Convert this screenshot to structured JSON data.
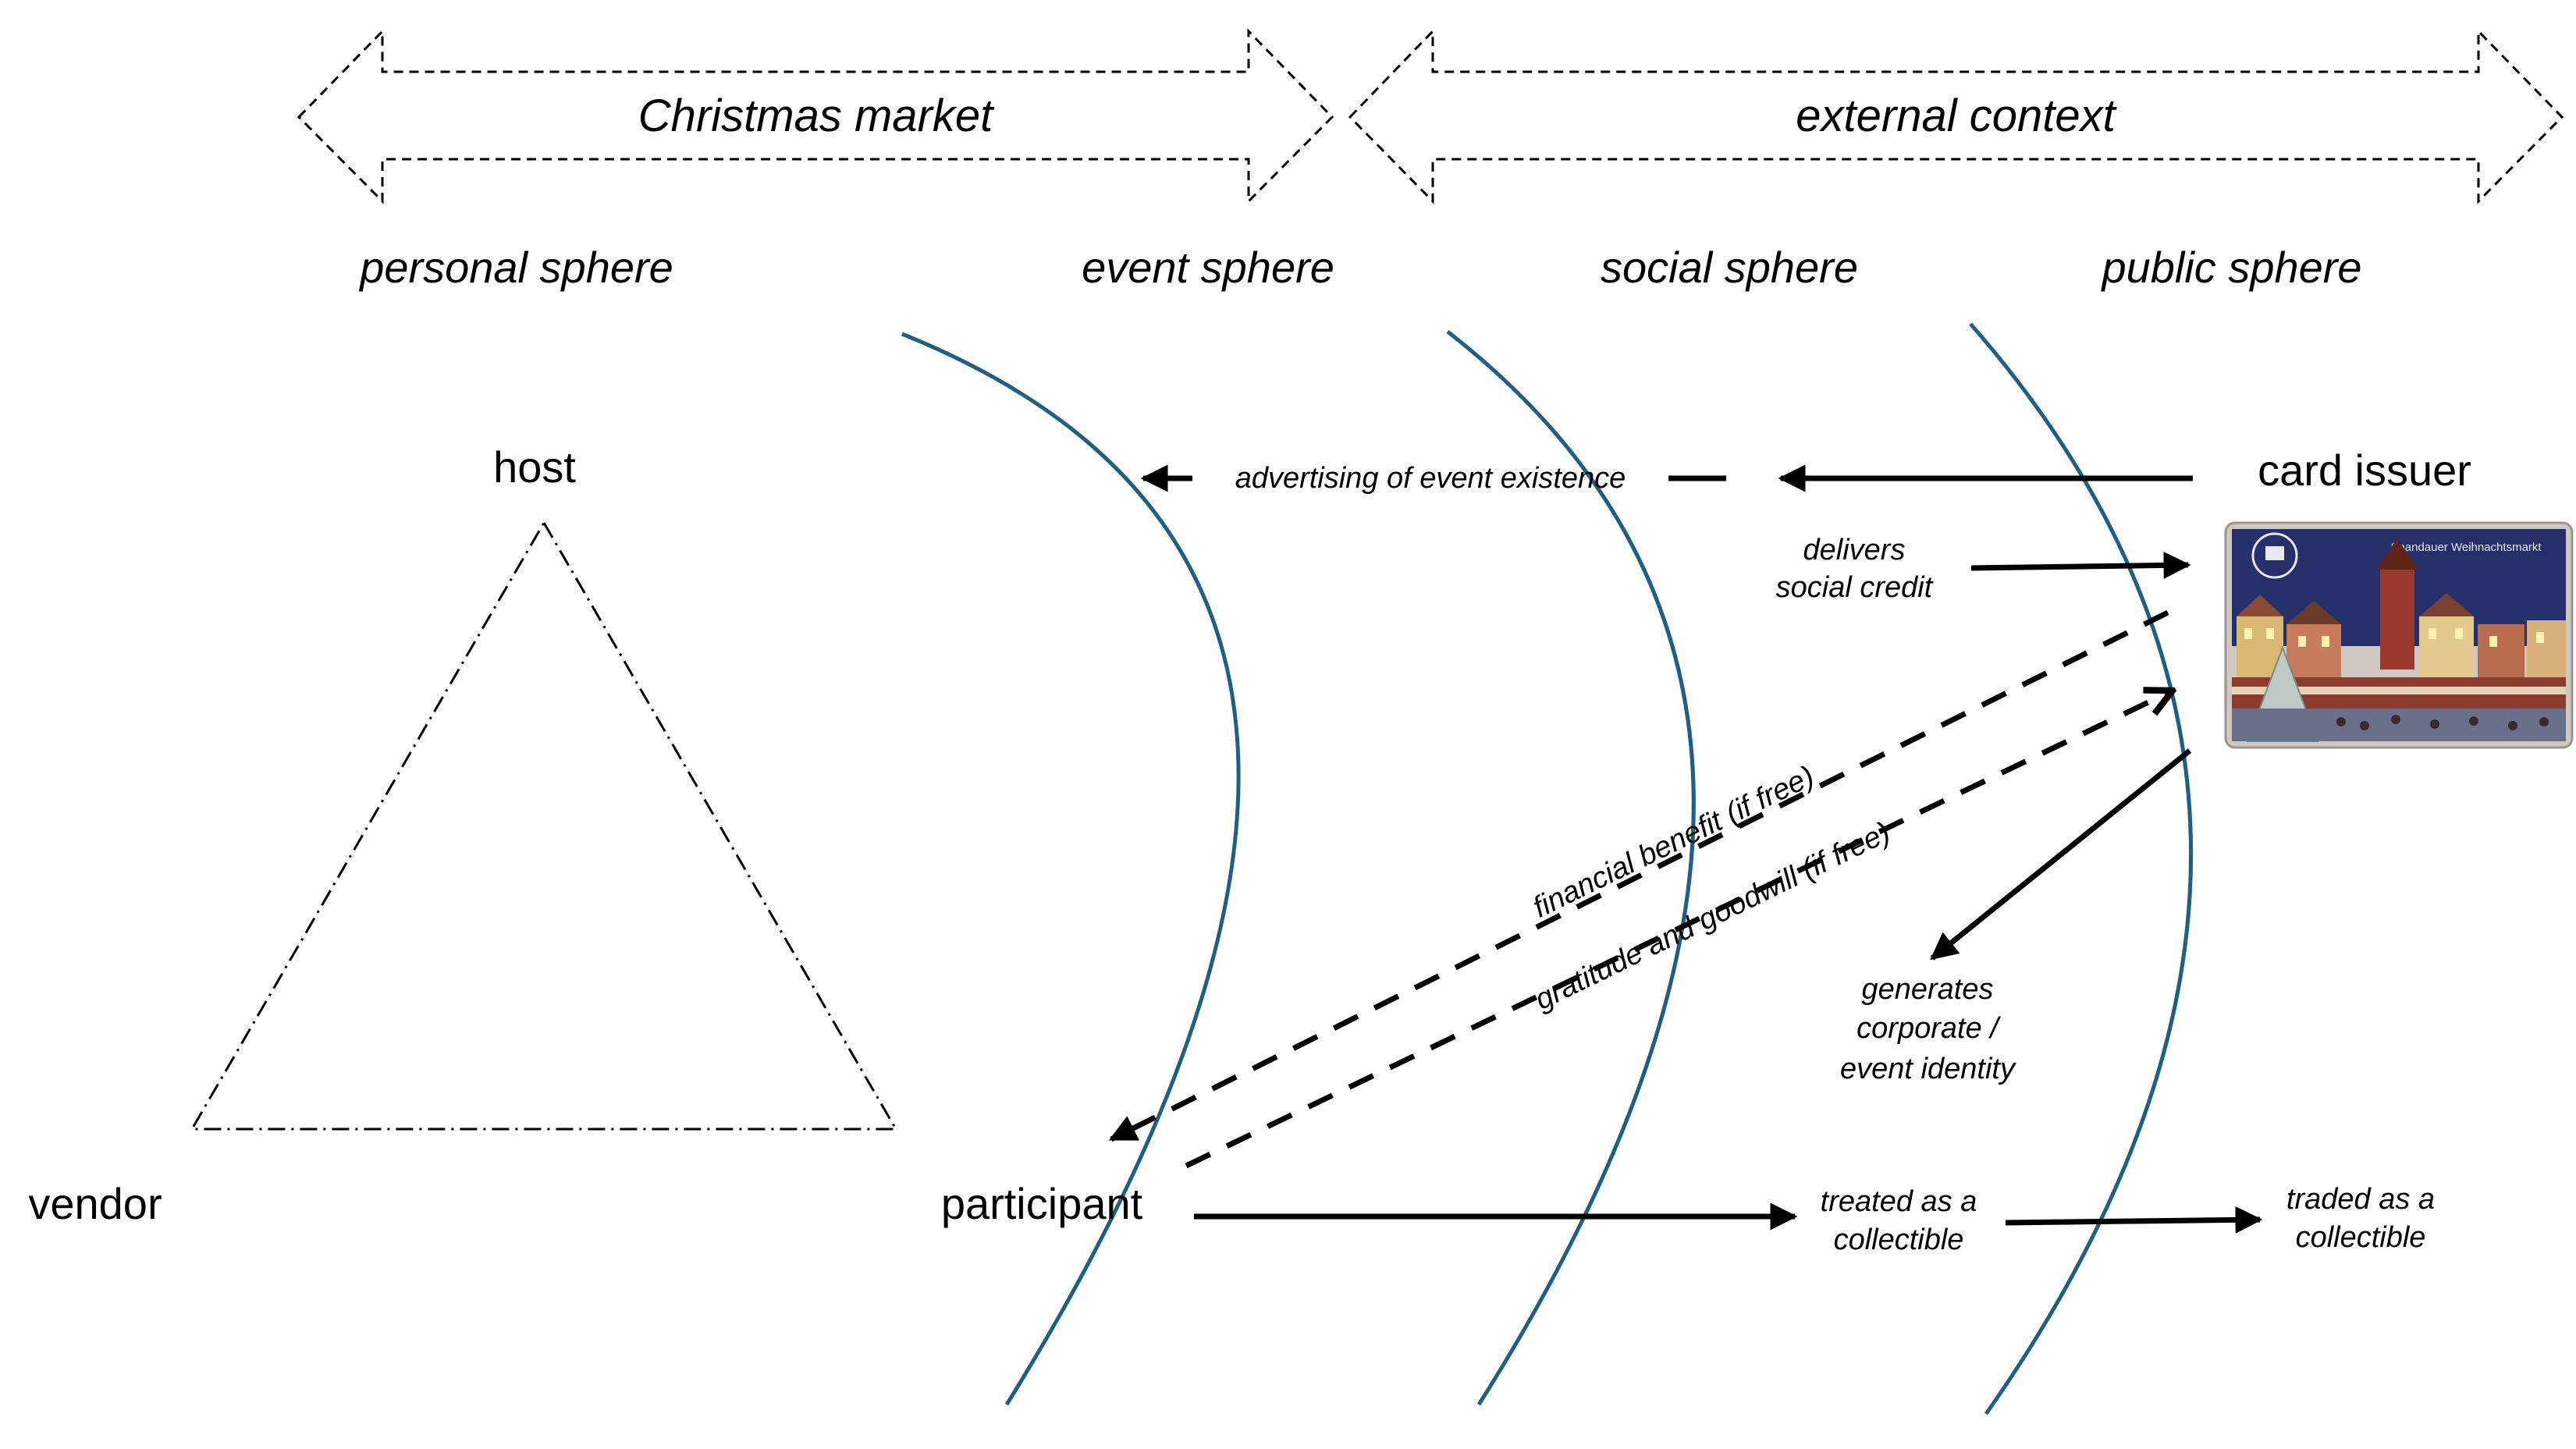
{
  "colors": {
    "curve": "#1f5f82",
    "line": "#000000",
    "card_sky": "#25306a",
    "card_bg": "#cfc8c3"
  },
  "top_arrows": {
    "left_label": "Christmas market",
    "right_label": "external context"
  },
  "spheres": {
    "personal": "personal sphere",
    "event": "event sphere",
    "social": "social sphere",
    "public": "public sphere"
  },
  "nodes": {
    "host": "host",
    "vendor": "vendor",
    "participant": "participant",
    "card_issuer": "card issuer"
  },
  "annotations": {
    "advertising": "advertising of event existence",
    "delivers_line1": "delivers",
    "delivers_line2": "social credit",
    "financial_benefit": "financial benefit (if free)",
    "gratitude": "gratitude and goodwill (if free)",
    "generates_line1": "generates",
    "generates_line2": "corporate /",
    "generates_line3": "event identity",
    "treated_line1": "treated as a",
    "treated_line2": "collectible",
    "traded_line1": "traded as a",
    "traded_line2": "collectible"
  },
  "card": {
    "caption": "Spandauer Weihnachtsmarkt"
  }
}
